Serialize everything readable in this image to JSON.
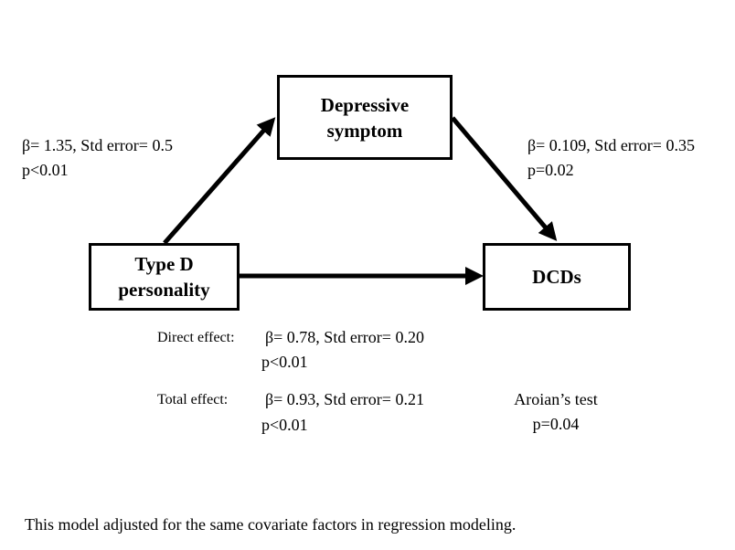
{
  "boxes": {
    "mediator": {
      "line1": "Depressive",
      "line2": "symptom"
    },
    "exposure": {
      "line1": "Type D",
      "line2": "personality"
    },
    "outcome": {
      "line1": "DCDs"
    }
  },
  "paths": {
    "a": {
      "stat": "β= 1.35, Std error= 0.5",
      "p": "p<0.01"
    },
    "b": {
      "stat": "β= 0.109, Std error= 0.35",
      "p": "p=0.02"
    }
  },
  "direct_effect": {
    "label": "Direct effect:",
    "stat": "β= 0.78, Std error= 0.20",
    "p": "p<0.01"
  },
  "total_effect": {
    "label": "Total effect:",
    "stat": "β= 0.93, Std error= 0.21",
    "p": "p<0.01"
  },
  "aroian_test": {
    "label": "Aroian’s test",
    "p": "p=0.04"
  },
  "footnote": "This model adjusted for the same covariate factors in regression modeling.",
  "colors": {
    "stroke": "#000000",
    "background": "#ffffff"
  }
}
